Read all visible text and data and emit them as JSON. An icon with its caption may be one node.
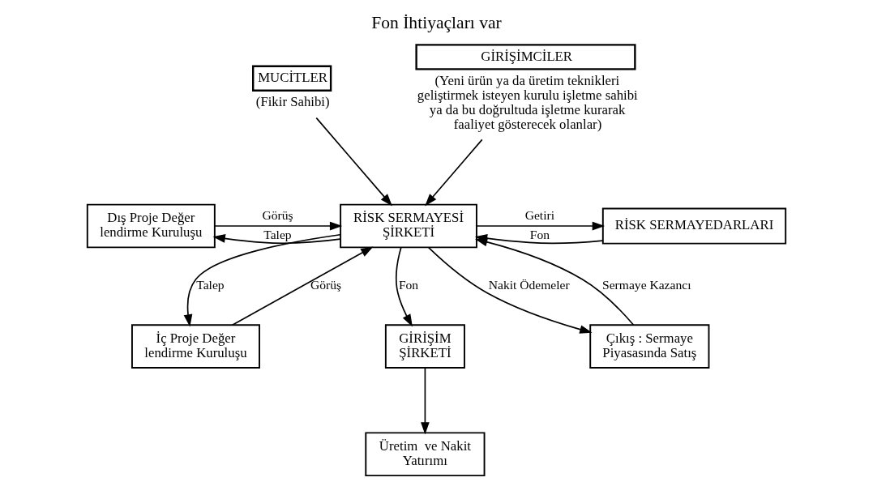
{
  "diagram": {
    "title": "Fon İhtiyaçları var",
    "nodes": [
      {
        "text": [
          "MUCİTLER"
        ],
        "beside": [
          "(Fikir Sahibi)"
        ]
      },
      {
        "text": [
          "GİRİŞİMCİLER"
        ],
        "beside": [
          "(Yeni ürün ya da üretim teknikleri geliştirmek isteyen kurulu işletme sahibi ya da bu doğrultuda işletme kurarak faaliyet gösterecek olanlar)"
        ]
      },
      {
        "text": [
          "Dış Proje Değer lendirme Kuruluşu"
        ]
      },
      {
        "text": [
          "RİSK SERMAYESİ ŞİRKETİ"
        ]
      },
      {
        "text": [
          "RİSK SERMAYEDARLARI"
        ]
      },
      {
        "text": [
          "İç Proje Değer lendirme Kuruluşu"
        ]
      },
      {
        "text": [
          "GİRİŞİM ŞİRKETİ"
        ]
      },
      {
        "text": [
          "Çıkış : Sermaye Piyasasında Satış"
        ]
      },
      {
        "text": [
          "Üretim  ve Nakit Yatırımı"
        ]
      }
    ],
    "edges": [
      {
        "from": 0,
        "to": 3,
        "arrow": "to"
      },
      {
        "from": 1,
        "to": 3,
        "arrow": "to"
      },
      {
        "from": 3,
        "to": 2,
        "arrow": "to",
        "label": "Talep"
      },
      {
        "from": 2,
        "to": 3,
        "arrow": "to",
        "label": "Görüş"
      },
      {
        "from": 4,
        "to": 3,
        "arrow": "to",
        "label": "Fon"
      },
      {
        "from": 3,
        "to": 4,
        "arrow": "to",
        "label": "Getiri"
      },
      {
        "from": 3,
        "to": 5,
        "arrow": "to",
        "label": "Talep"
      },
      {
        "from": 5,
        "to": 3,
        "arrow": "to",
        "label": "Görüş"
      },
      {
        "from": 3,
        "to": 6,
        "arrow": "to",
        "label": "Fon"
      },
      {
        "from": 3,
        "to": 7,
        "arrow": "to",
        "label": "Nakit Ödemeler"
      },
      {
        "from": 7,
        "to": 3,
        "arrow": "to",
        "label": "Sermaye Kazancı"
      },
      {
        "from": 6,
        "to": 8,
        "arrow": "to"
      }
    ]
  }
}
